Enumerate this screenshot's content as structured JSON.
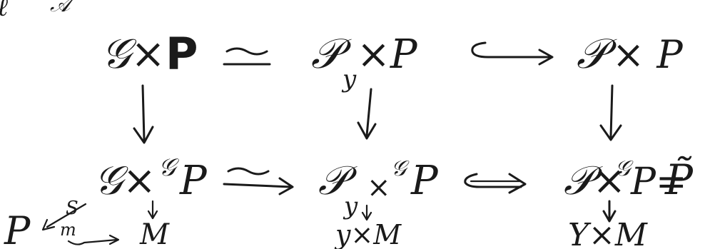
{
  "diagram": {
    "top_row": {
      "left": {
        "base": "𝒢×",
        "bold": "P"
      },
      "middle": {
        "base": "𝒫",
        "sub": "y",
        "tail": "×P"
      },
      "right": {
        "base": "𝒫",
        "tail": "× P"
      }
    },
    "top_row_relations": {
      "left_middle": "≃",
      "middle_right": "hook-arrow"
    },
    "bottom_row": {
      "left": {
        "base": "𝒢×",
        "sup": "𝒢",
        "tail": "P"
      },
      "middle": {
        "base": "𝒫",
        "sub": "y",
        "mid": "×",
        "sup": "𝒢",
        "tail": "P"
      },
      "right": {
        "base": "𝒫×",
        "sup": "𝒢",
        "tail": "P=",
        "tilde": "P̃"
      }
    },
    "bottom_row_relations": {
      "left_middle": "≃ arrow",
      "middle_right": "double hook-arrow"
    },
    "base_row": {
      "left_source": "P",
      "left_arrow_top": "S",
      "left_arrow_bottom": "m",
      "left": "M",
      "middle": "y×M",
      "right": "Y×M"
    },
    "corner_marks": [
      "ℓ",
      "𝒜"
    ]
  }
}
